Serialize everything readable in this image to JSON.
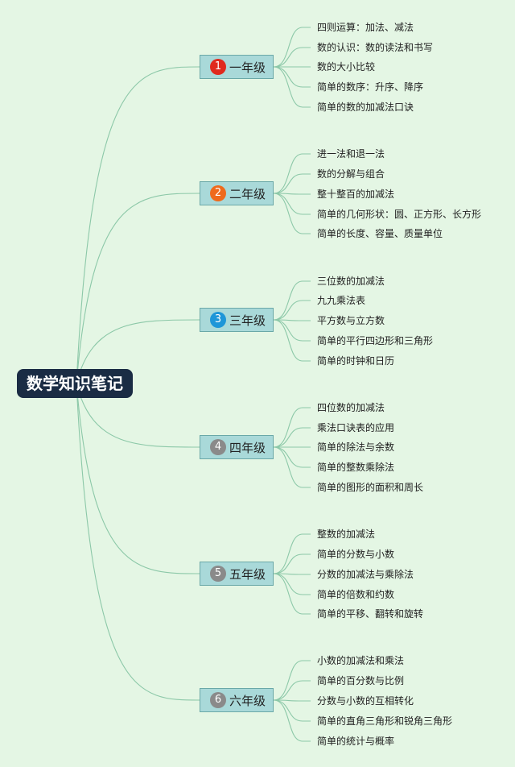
{
  "root": {
    "label": "数学知识笔记"
  },
  "colors": {
    "background": "#e4f6e4",
    "root_fill": "#1a2c44",
    "grade_fill": "#a9d9d9",
    "grade_border": "#6aa8a8",
    "connector": "#8cc8a8"
  },
  "grades": [
    {
      "number": "1",
      "label": "一年级",
      "badge_color": "#e02a1e",
      "topics": [
        "四则运算：加法、减法",
        "数的认识：数的读法和书写",
        "数的大小比较",
        "简单的数序：升序、降序",
        "简单的数的加减法口诀"
      ]
    },
    {
      "number": "2",
      "label": "二年级",
      "badge_color": "#ef6a1c",
      "topics": [
        "进一法和退一法",
        "数的分解与组合",
        "整十整百的加减法",
        "简单的几何形状：圆、正方形、长方形",
        "简单的长度、容量、质量单位"
      ]
    },
    {
      "number": "3",
      "label": "三年级",
      "badge_color": "#1e96d8",
      "topics": [
        "三位数的加减法",
        "九九乘法表",
        "平方数与立方数",
        "简单的平行四边形和三角形",
        "简单的时钟和日历"
      ]
    },
    {
      "number": "4",
      "label": "四年级",
      "badge_color": "#8a8a8a",
      "topics": [
        "四位数的加减法",
        "乘法口诀表的应用",
        "简单的除法与余数",
        "简单的整数乘除法",
        "简单的图形的面积和周长"
      ]
    },
    {
      "number": "5",
      "label": "五年级",
      "badge_color": "#8a8a8a",
      "topics": [
        "整数的加减法",
        "简单的分数与小数",
        "分数的加减法与乘除法",
        "简单的倍数和约数",
        "简单的平移、翻转和旋转"
      ]
    },
    {
      "number": "6",
      "label": "六年级",
      "badge_color": "#8a8a8a",
      "topics": [
        "小数的加减法和乘法",
        "简单的百分数与比例",
        "分数与小数的互相转化",
        "简单的直角三角形和锐角三角形",
        "简单的统计与概率"
      ]
    }
  ]
}
